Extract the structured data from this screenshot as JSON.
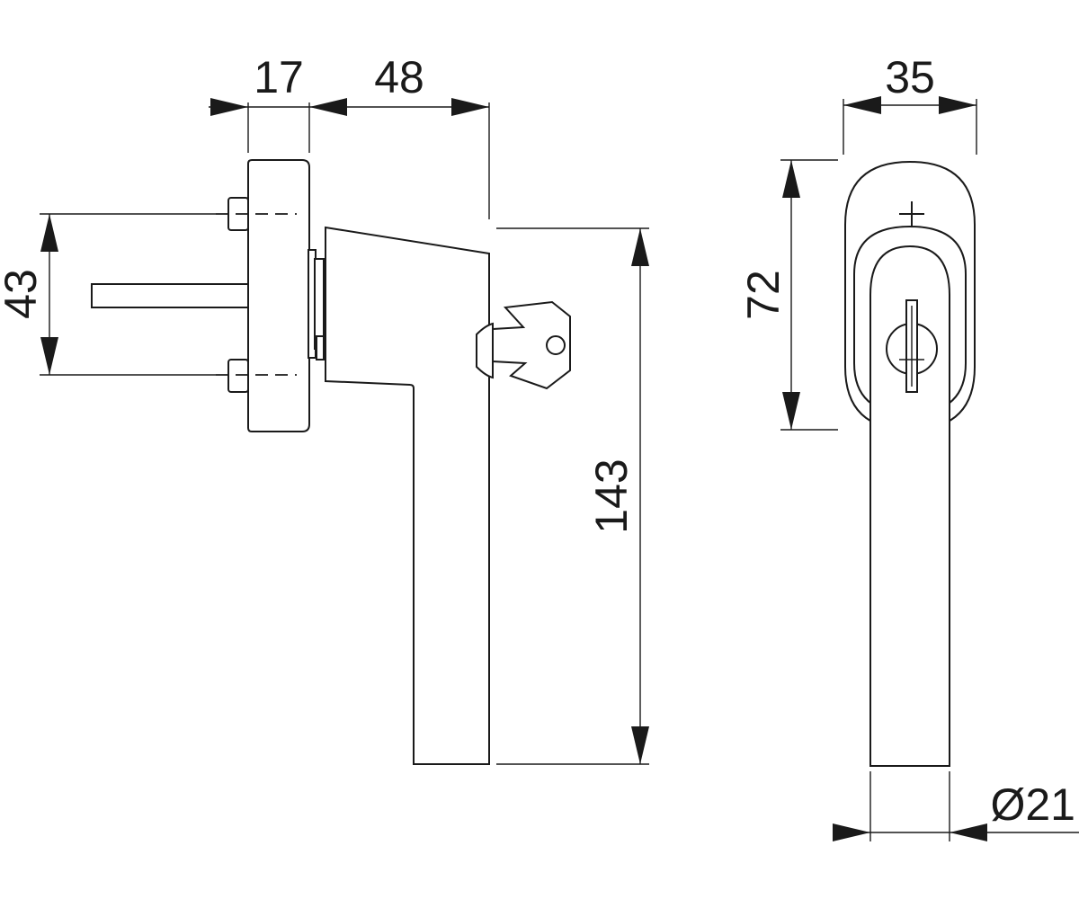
{
  "colors": {
    "line": "#1a1a1a",
    "background": "#ffffff"
  },
  "dimensions": {
    "rose_depth": "17",
    "handle_reach": "48",
    "screw_spacing": "43",
    "handle_length": "143",
    "rose_width": "35",
    "rose_height": "72",
    "grip_diameter": "Ø21"
  }
}
